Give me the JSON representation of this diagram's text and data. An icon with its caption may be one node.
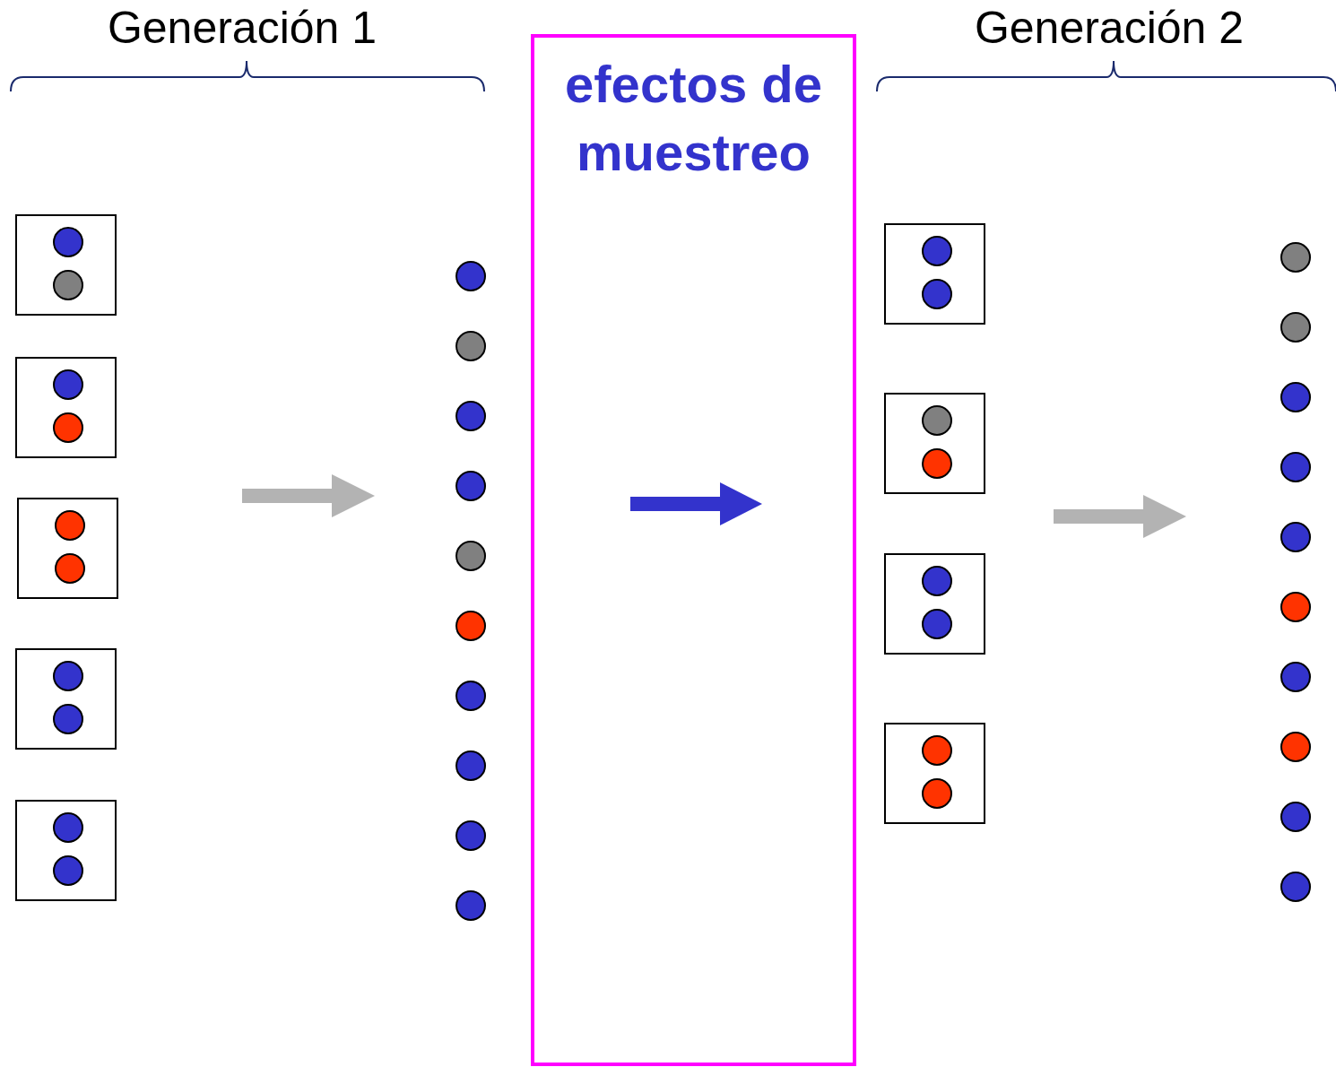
{
  "diagram": {
    "nodes": [
      {
        "text": [],
        "shape": "box"
      },
      {
        "text": [],
        "shape": "circle",
        "in": 0
      },
      {
        "text": [],
        "shape": "circle",
        "in": 0
      },
      {
        "text": [],
        "shape": "box"
      },
      {
        "text": [],
        "shape": "circle",
        "in": 3
      },
      {
        "text": [],
        "shape": "circle",
        "in": 3
      },
      {
        "text": [],
        "shape": "box"
      },
      {
        "text": [],
        "shape": "circle",
        "in": 6
      },
      {
        "text": [],
        "shape": "circle",
        "in": 6
      },
      {
        "text": [],
        "shape": "box"
      },
      {
        "text": [],
        "shape": "circle",
        "in": 9
      },
      {
        "text": [],
        "shape": "circle",
        "in": 9
      },
      {
        "text": [],
        "shape": "box"
      },
      {
        "text": [],
        "shape": "circle",
        "in": 12
      },
      {
        "text": [],
        "shape": "circle",
        "in": 12
      },
      {
        "text": [],
        "shape": "circle"
      },
      {
        "text": [],
        "shape": "circle"
      },
      {
        "text": [],
        "shape": "circle"
      },
      {
        "text": [],
        "shape": "circle"
      },
      {
        "text": [],
        "shape": "circle"
      },
      {
        "text": [],
        "shape": "circle"
      },
      {
        "text": [],
        "shape": "circle"
      },
      {
        "text": [],
        "shape": "circle"
      },
      {
        "text": [],
        "shape": "circle"
      },
      {
        "text": [],
        "shape": "circle"
      },
      {
        "text": [
          "efectos de muestreo"
        ]
      },
      {
        "text": [],
        "shape": "box"
      },
      {
        "text": [],
        "shape": "circle",
        "in": 26
      },
      {
        "text": [],
        "shape": "circle",
        "in": 26
      },
      {
        "text": [],
        "shape": "box"
      },
      {
        "text": [],
        "shape": "circle",
        "in": 29
      },
      {
        "text": [],
        "shape": "circle",
        "in": 29
      },
      {
        "text": [],
        "shape": "box"
      },
      {
        "text": [],
        "shape": "circle",
        "in": 32
      },
      {
        "text": [],
        "shape": "circle",
        "in": 32
      },
      {
        "text": [],
        "shape": "box"
      },
      {
        "text": [],
        "shape": "circle",
        "in": 35
      },
      {
        "text": [],
        "shape": "circle",
        "in": 35
      },
      {
        "text": [],
        "shape": "circle"
      },
      {
        "text": [],
        "shape": "circle"
      },
      {
        "text": [],
        "shape": "circle"
      },
      {
        "text": [],
        "shape": "circle"
      },
      {
        "text": [],
        "shape": "circle"
      },
      {
        "text": [],
        "shape": "circle"
      },
      {
        "text": [],
        "shape": "circle"
      },
      {
        "text": [],
        "shape": "circle"
      },
      {
        "text": [],
        "shape": "circle"
      },
      {
        "text": [],
        "shape": "circle"
      }
    ],
    "labels": [
      "Generación 1",
      "Generación 2"
    ]
  }
}
